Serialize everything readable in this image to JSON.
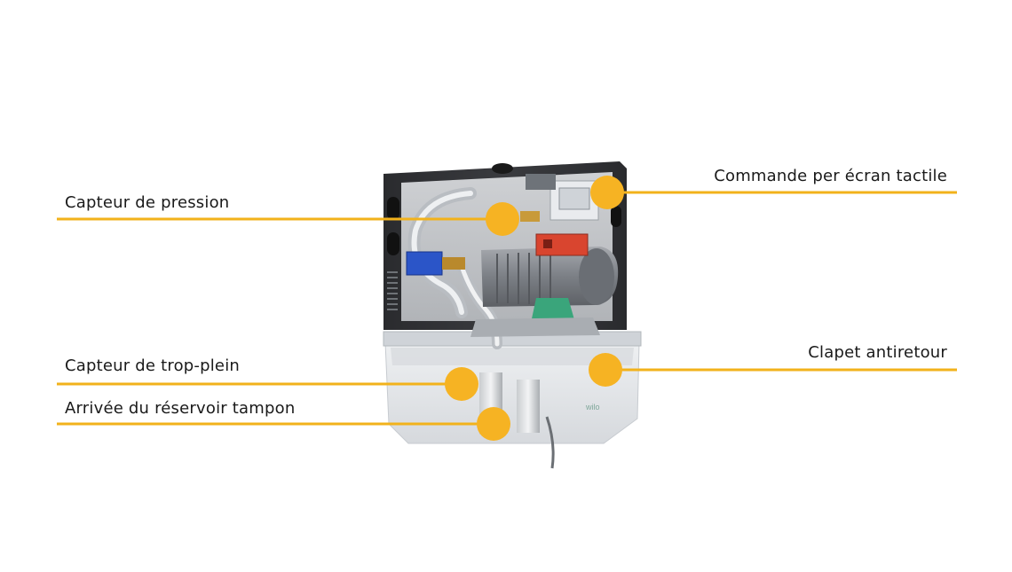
{
  "labels": {
    "pressure_sensor": "Capteur de pression",
    "overflow_sensor": "Capteur de trop-plein",
    "buffer_tank_inlet": "Arrivée du réservoir tampon",
    "touchscreen_control": "Commande per écran tactile",
    "check_valve": "Clapet antiretour"
  },
  "brand_mark": "wilo",
  "colors": {
    "callout_line": "#f2b21b",
    "callout_dot": "#f6b323",
    "housing_dark": "#2f3033",
    "pump_gray": "#8d9096",
    "tank_translucent": "#e7e9ec",
    "motor_red": "#d9452f",
    "bracket_green": "#3aa57b",
    "valve_blue": "#2b55c8"
  }
}
